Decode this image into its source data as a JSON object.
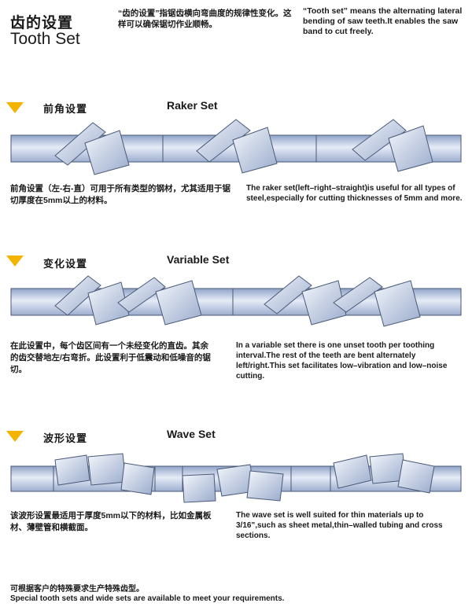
{
  "header": {
    "title_cn": "齿的设置",
    "title_en": "Tooth Set",
    "intro_cn": "“齿的设置”指锯齿横向弯曲度的规律性变化。这样可以确保锯切作业顺畅。",
    "intro_en": "“Tooth set” means the alternating lateral bending of saw teeth.It enables the saw band to cut freely."
  },
  "sections": [
    {
      "title_cn": "前角设置",
      "title_en": "Raker Set",
      "desc_cn": "前角设置（左-右-直）可用于所有类型的钢材，尤其适用于锯切厚度在5mm以上的材料。",
      "desc_en": "The raker set(left–right–straight)is useful for all types of steel,especially for cutting thicknesses of 5mm and more."
    },
    {
      "title_cn": "变化设置",
      "title_en": "Variable Set",
      "desc_cn": "在此设置中，每个齿区间有一个未经变化的直齿。其余的齿交替地左/右弯折。此设置利于低震动和低噪音的锯切。",
      "desc_en": "In a variable set there is one unset tooth per toothing interval.The rest of the teeth are bent alternately left/right.This set facilitates low–vibration and low–noise cutting."
    },
    {
      "title_cn": "波形设置",
      "title_en": "Wave Set",
      "desc_cn": "该波形设置最适用于厚度5mm以下的材料，比如金属板材、薄壁管和横截面。",
      "desc_en": "The wave set is well suited for thin materials up to 3/16\",such as sheet  metal,thin–walled tubing and cross sections."
    }
  ],
  "footer": {
    "note_cn": "可根据客户的特殊要求生产特殊齿型。",
    "note_en": "Special tooth sets and wide sets are available to meet your requirements."
  },
  "colors": {
    "accent_arrow": "#f2b400",
    "band_fill": "#b9c6e0",
    "band_stroke": "#4a5a78"
  }
}
